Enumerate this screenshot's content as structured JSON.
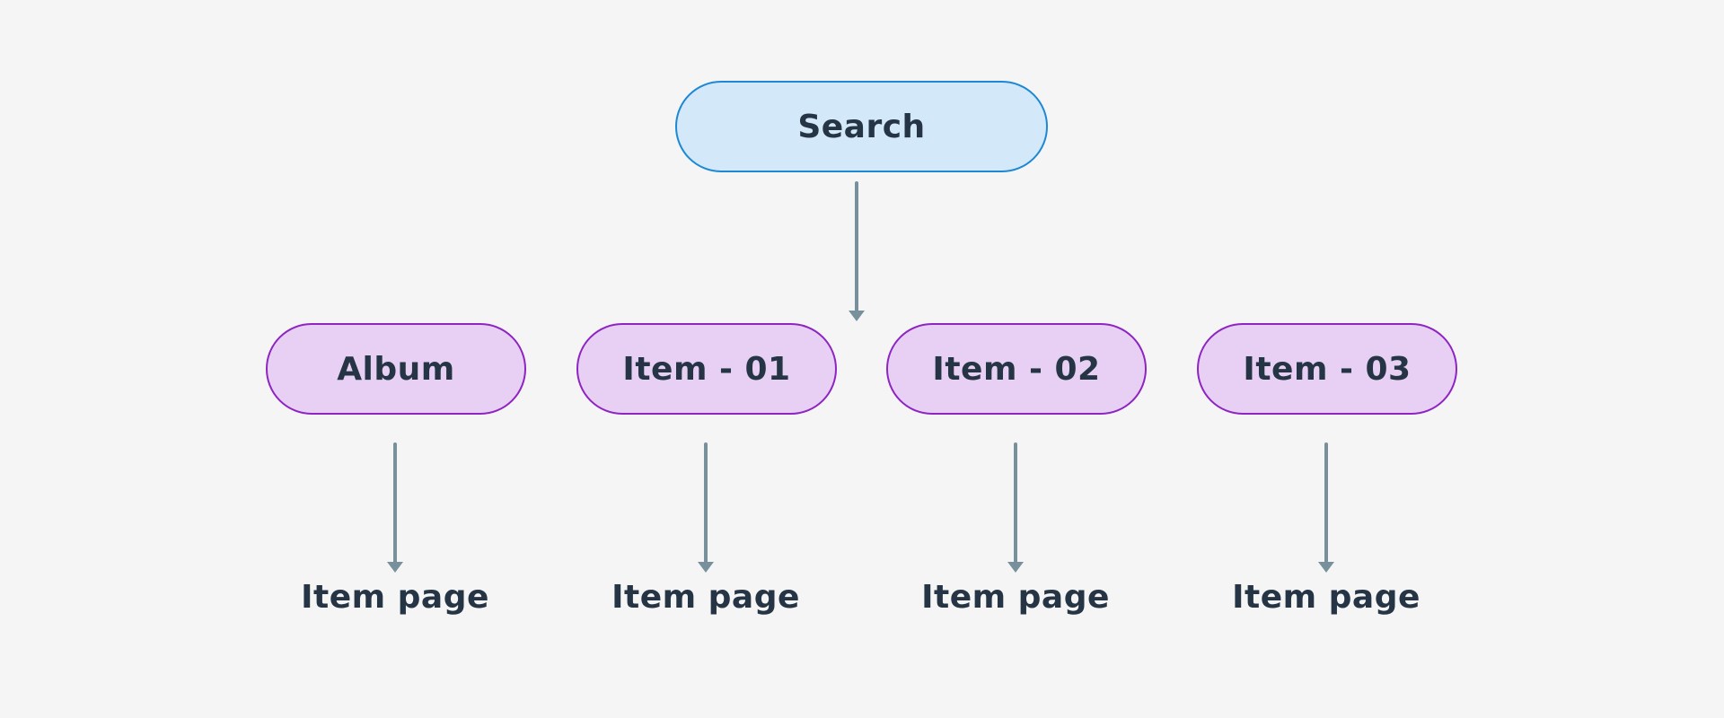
{
  "diagram": {
    "root": {
      "label": "Search"
    },
    "children": [
      {
        "label": "Album",
        "leaf": "Item page"
      },
      {
        "label": "Item - 01",
        "leaf": "Item page"
      },
      {
        "label": "Item - 02",
        "leaf": "Item page"
      },
      {
        "label": "Item - 03",
        "leaf": "Item page"
      }
    ],
    "colors": {
      "background": "#f5f5f5",
      "root_fill": "#d3e8f8",
      "root_border": "#1e88d4",
      "child_fill": "#e8d0f4",
      "child_border": "#8e24c2",
      "text": "#263545",
      "arrow": "#78909c"
    }
  }
}
